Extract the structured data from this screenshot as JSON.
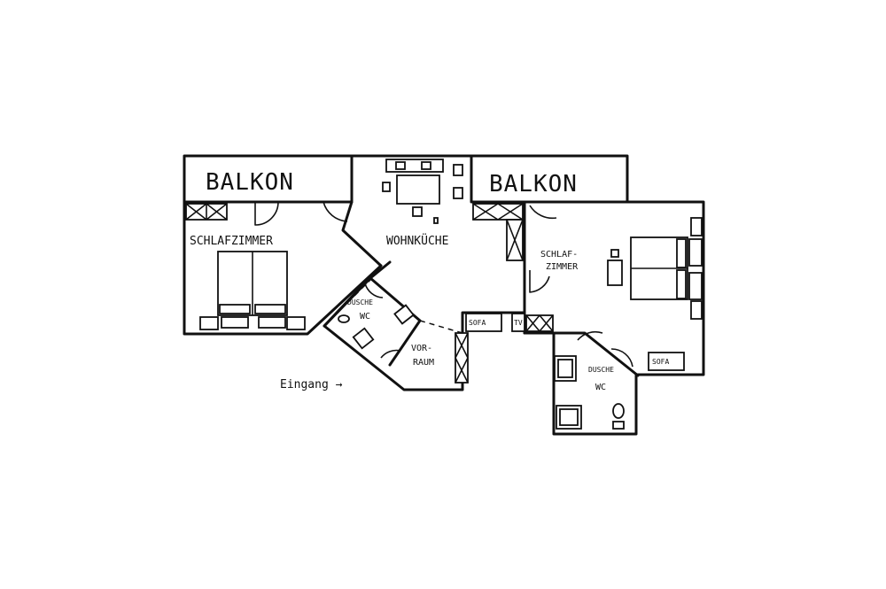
{
  "labels": {
    "balkon_left": "BALKON",
    "balkon_right": "BALKON",
    "schlafzimmer_left": "SCHLAFZIMMER",
    "wohnkueche": "WOHNKÜCHE",
    "dusche_wc_left_1": "DUSCHE",
    "dusche_wc_left_2": "WC",
    "vorraum_1": "VOR-",
    "vorraum_2": "RAUM",
    "schlafzimmer_right_1": "SCHLAF-",
    "schlafzimmer_right_2": "ZIMMER",
    "sofa_left": "SOFA",
    "tv": "TV",
    "sofa_right": "SOFA",
    "dusche_wc_right_1": "DUSCHE",
    "dusche_wc_right_2": "WC",
    "eingang": "Eingang →"
  },
  "colors": {
    "ink": "#111111",
    "paper": "#ffffff"
  }
}
